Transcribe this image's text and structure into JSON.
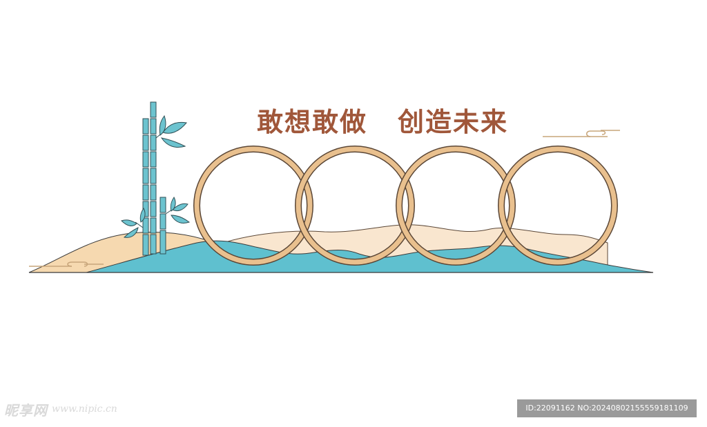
{
  "headline": {
    "part1": "敢想敢做",
    "part2": "创造未来"
  },
  "watermark": {
    "logo_text": "昵享网",
    "url": "www.nipic.cn",
    "id_text": "ID:22091162 NO:20240802155559181109"
  },
  "illustration": {
    "elements": [
      "bamboo",
      "sand-dunes",
      "water-wave",
      "four-interlocking-rings",
      "auspicious-clouds"
    ],
    "colors": {
      "text": "#a0573a",
      "ring": "#e9c08e",
      "ring_outline": "#5a4636",
      "sand": "#f6d9b0",
      "sand_light": "#f9e6cf",
      "water": "#5fc0cf",
      "bamboo": "#6cc3cf",
      "line": "#3a3a3a"
    }
  }
}
